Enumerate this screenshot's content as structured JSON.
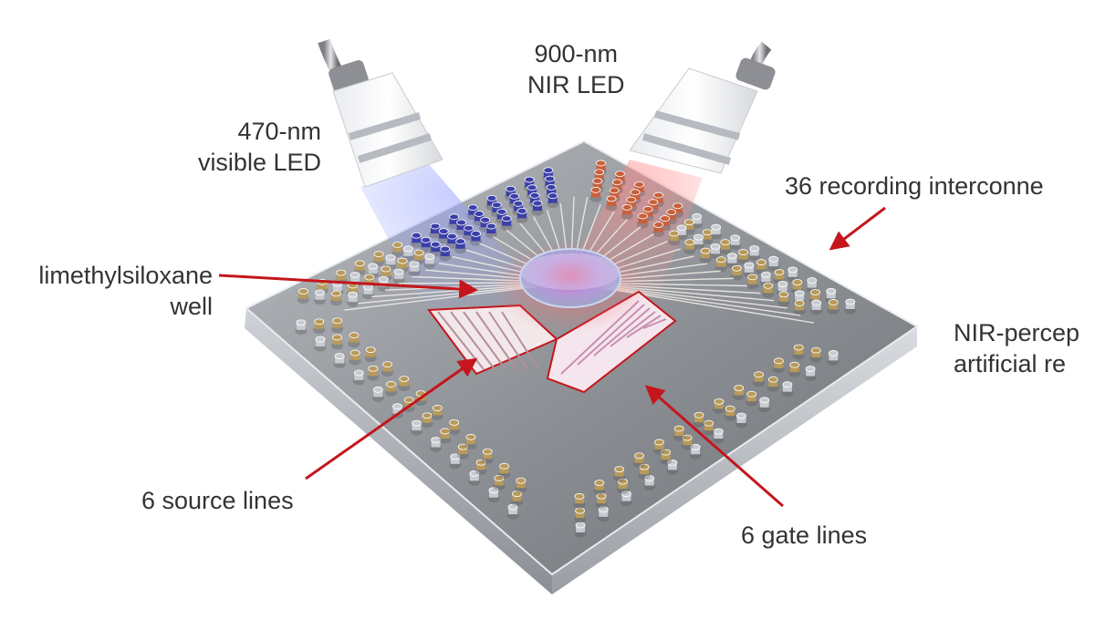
{
  "diagram": {
    "labels": {
      "nir_led": {
        "line1": "900-nm",
        "line2": "NIR LED"
      },
      "visible_led": {
        "line1": "470-nm",
        "line2": "visible LED"
      },
      "interconnects": "36 recording interconne",
      "pdms_well": {
        "line1": "limethylsiloxane",
        "line2": "well"
      },
      "retina": {
        "line1": "NIR-percep",
        "line2": "artificial re"
      },
      "source_lines": "6 source lines",
      "gate_lines": "6 gate lines"
    },
    "colors": {
      "annotation_arrow": "#c4161c",
      "text": "#333333",
      "substrate": "#8c8f94",
      "pin_gold": "#b89a5a",
      "pin_silver": "#c8ccd2",
      "pin_blue": "#3b3fa8",
      "pin_copper": "#c8603c",
      "visible_light": "#9aa6ff",
      "nir_light": "#ff8a8a"
    }
  }
}
